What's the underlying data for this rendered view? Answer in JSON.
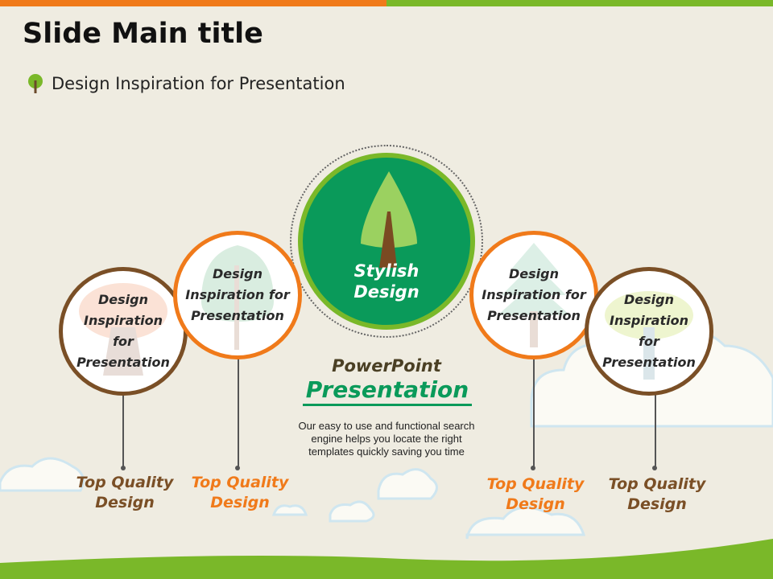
{
  "header": {
    "title": "Slide Main title",
    "subtitle": "Design Inspiration for Presentation"
  },
  "center": {
    "label_line1": "Stylish",
    "label_line2": "Design",
    "pp": "PowerPoint",
    "presentation": "Presentation",
    "description": "Our easy to use and functional search engine helps you locate the right templates quickly saving you time"
  },
  "circles": [
    {
      "text": "Design Inspiration for Presentation",
      "caption1": "Top Quality",
      "caption2": "Design"
    },
    {
      "text": "Design Inspiration for Presentation",
      "caption1": "Top Quality",
      "caption2": "Design"
    },
    {
      "text": "Design Inspiration for Presentation",
      "caption1": "Top Quality",
      "caption2": "Design"
    },
    {
      "text": "Design Inspiration for Presentation",
      "caption1": "Top Quality",
      "caption2": "Design"
    }
  ],
  "colors": {
    "orange": "#f07a1a",
    "green": "#7ab829",
    "dark_green": "#0a9a5a",
    "brown": "#7a4f26"
  }
}
